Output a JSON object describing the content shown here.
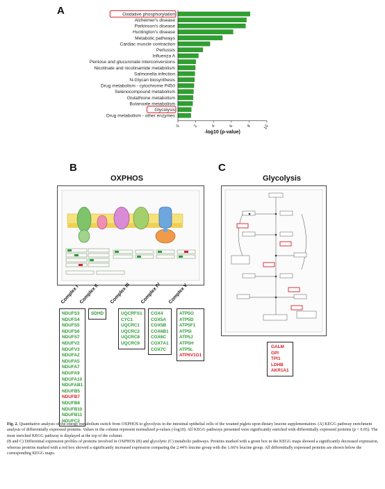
{
  "panels": {
    "a": "A",
    "b": "B",
    "c": "C"
  },
  "chart_data": {
    "type": "bar",
    "orientation": "horizontal",
    "categories": [
      "Oxidative phosphorylation",
      "Alzheimer's disease",
      "Parkinson's disease",
      "Huntington's disease",
      "Metabolic pathways",
      "Cardiac muscle contraction",
      "Pertussis",
      "Influenza A",
      "Pentose and glucuronate interconversions",
      "Nicotinate and nicotinamide metabolism",
      "Salmonella infection",
      "N-Glycan biosynthesis",
      "Drug metabolism - cytochrome P450",
      "Selenocompound metabolism",
      "Glutathione metabolism",
      "Butanoate metabolism",
      "Glycolysis",
      "Drug metabolism - other enzymes"
    ],
    "values": [
      8.1,
      7.7,
      7.6,
      6.2,
      5.0,
      3.6,
      2.8,
      2.3,
      2.0,
      1.95,
      1.9,
      1.85,
      1.8,
      1.75,
      1.7,
      1.65,
      1.5,
      1.45
    ],
    "highlighted": [
      "Oxidative phosphorylation",
      "Glycolysis"
    ],
    "xlabel": "-log10 (p-value)",
    "ylabel": "",
    "xlim": [
      0,
      10
    ],
    "xticks": [
      0,
      2,
      4,
      6,
      8,
      10
    ],
    "bar_color": "#2ea12f",
    "highlight_color": "#d3202a",
    "grid": false
  },
  "oxphos": {
    "title": "OXPHOS",
    "complexes": [
      {
        "label": "Complex I",
        "proteins": [
          {
            "name": "NDUFS3",
            "status": "down"
          },
          {
            "name": "NDUFS4",
            "status": "down"
          },
          {
            "name": "NDUFS5",
            "status": "down"
          },
          {
            "name": "NDUFS6",
            "status": "down"
          },
          {
            "name": "NDUFS7",
            "status": "down"
          },
          {
            "name": "NDUFV2",
            "status": "down"
          },
          {
            "name": "NDUFV3",
            "status": "down"
          },
          {
            "name": "NDUFA2",
            "status": "down"
          },
          {
            "name": "NDUFA5",
            "status": "down"
          },
          {
            "name": "NDUFA7",
            "status": "down"
          },
          {
            "name": "NDUFA9",
            "status": "down"
          },
          {
            "name": "NDUFA10",
            "status": "down"
          },
          {
            "name": "NDUFAB1",
            "status": "down"
          },
          {
            "name": "NDUFB5",
            "status": "down"
          },
          {
            "name": "NDUFB7",
            "status": "up"
          },
          {
            "name": "NDUFB8",
            "status": "down"
          },
          {
            "name": "NDUFB10",
            "status": "down"
          },
          {
            "name": "NDUFB11",
            "status": "down"
          },
          {
            "name": "NDUFC2",
            "status": "down"
          }
        ]
      },
      {
        "label": "Complex II",
        "proteins": [
          {
            "name": "SDHD",
            "status": "down"
          }
        ]
      },
      {
        "label": "Complex III",
        "proteins": [
          {
            "name": "UQCRFS1",
            "status": "down"
          },
          {
            "name": "CYC1",
            "status": "down"
          },
          {
            "name": "UQCRC1",
            "status": "down"
          },
          {
            "name": "UQCRC2",
            "status": "down"
          },
          {
            "name": "UQCRC8",
            "status": "down"
          },
          {
            "name": "UQCRC9",
            "status": "down"
          }
        ]
      },
      {
        "label": "Complex IV",
        "proteins": [
          {
            "name": "COX4",
            "status": "down"
          },
          {
            "name": "COX5A",
            "status": "down"
          },
          {
            "name": "COX5B",
            "status": "down"
          },
          {
            "name": "COX6B1",
            "status": "down"
          },
          {
            "name": "COX6C",
            "status": "down"
          },
          {
            "name": "COX7A1",
            "status": "down"
          },
          {
            "name": "COX7C",
            "status": "down"
          }
        ]
      },
      {
        "label": "Complex V",
        "proteins": [
          {
            "name": "ATP5O",
            "status": "down"
          },
          {
            "name": "ATP5D",
            "status": "down"
          },
          {
            "name": "ATP5F1",
            "status": "down"
          },
          {
            "name": "ATP5I",
            "status": "down"
          },
          {
            "name": "ATP5J",
            "status": "down"
          },
          {
            "name": "ATP5H",
            "status": "down"
          },
          {
            "name": "ATP5L",
            "status": "down"
          },
          {
            "name": "ATP6V1G1",
            "status": "up"
          }
        ]
      }
    ]
  },
  "glycolysis": {
    "title": "Glycolysis",
    "proteins": [
      {
        "name": "GALM",
        "status": "up"
      },
      {
        "name": "GPI",
        "status": "up"
      },
      {
        "name": "TPI1",
        "status": "up"
      },
      {
        "name": "LDHB",
        "status": "up"
      },
      {
        "name": "AKR1A1",
        "status": "up"
      }
    ]
  },
  "colors": {
    "down": "#2e9a35",
    "up": "#d3202a"
  },
  "caption": {
    "fig": "Fig. 2.",
    "text": "Quantitative analysis of the energy metabolism switch from OXPHOS to glycolysis in the intestinal epithelial cells of the weaned piglets upon dietary leucine supplementation. (A) KEGG pathway enrichment analysis of differentially expressed proteins. Values in the column represent normalized p-values (-log10). All KEGG pathways presented were significantly enriched with differentially expressed proteins (p < 0.05). The most enriched KEGG pathway is displayed at the top of the column.",
    "text2": "(B and C) Differential expression profiles of proteins involved in OXPHOS (B) and glycolytic (C) metabolic pathways. Proteins marked with a green box in the KEGG maps showed a significantly decreased expression, whereas proteins marked with a red box showed a significantly increased expression comparing the 2.44% leucine group with the 1.66% leucine group. All differentially expressed proteins are shown below the corresponding KEGG maps."
  }
}
